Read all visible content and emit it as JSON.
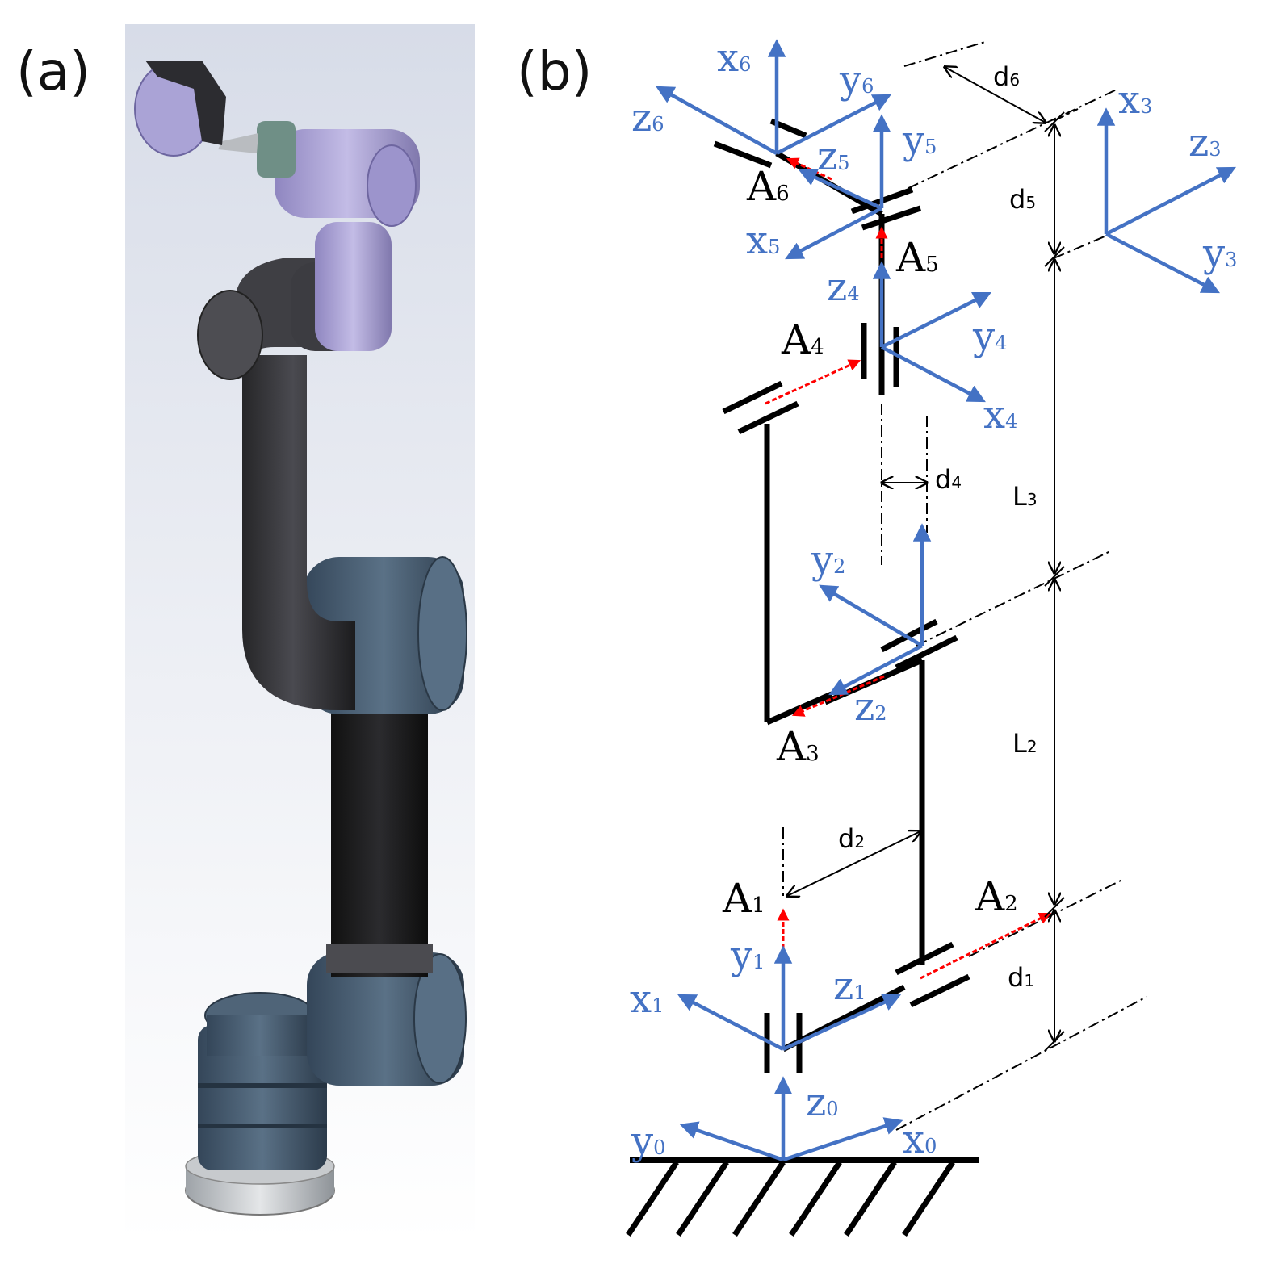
{
  "panels": {
    "a": "(a)",
    "b": "(b)"
  },
  "colors": {
    "frame": "#4472c4",
    "link": "#000000",
    "joint_axis": "#ff0000",
    "dim": "#000000",
    "robot_dark": "#3a3a3c",
    "robot_blue": "#4a5f72",
    "robot_purple": "#a79fd3"
  },
  "frame_labels": {
    "x0": {
      "base": "x",
      "sub": "0"
    },
    "y0": {
      "base": "y",
      "sub": "0"
    },
    "z0": {
      "base": "z",
      "sub": "0"
    },
    "x1": {
      "base": "x",
      "sub": "1"
    },
    "y1": {
      "base": "y",
      "sub": "1"
    },
    "z1": {
      "base": "z",
      "sub": "1"
    },
    "y2": {
      "base": "y",
      "sub": "2"
    },
    "z2": {
      "base": "z",
      "sub": "2"
    },
    "x3": {
      "base": "x",
      "sub": "3"
    },
    "y3": {
      "base": "y",
      "sub": "3"
    },
    "z3": {
      "base": "z",
      "sub": "3"
    },
    "x4": {
      "base": "x",
      "sub": "4"
    },
    "y4": {
      "base": "y",
      "sub": "4"
    },
    "z4": {
      "base": "z",
      "sub": "4"
    },
    "x5": {
      "base": "x",
      "sub": "5"
    },
    "y5": {
      "base": "y",
      "sub": "5"
    },
    "z5": {
      "base": "z",
      "sub": "5"
    },
    "x6": {
      "base": "x",
      "sub": "6"
    },
    "y6": {
      "base": "y",
      "sub": "6"
    },
    "z6": {
      "base": "z",
      "sub": "6"
    }
  },
  "joint_labels": {
    "A1": {
      "base": "A",
      "sub": "1"
    },
    "A2": {
      "base": "A",
      "sub": "2"
    },
    "A3": {
      "base": "A",
      "sub": "3"
    },
    "A4": {
      "base": "A",
      "sub": "4"
    },
    "A5": {
      "base": "A",
      "sub": "5"
    },
    "A6": {
      "base": "A",
      "sub": "6"
    }
  },
  "dimension_labels": {
    "d1": {
      "base": "d",
      "sub": "1"
    },
    "d2": {
      "base": "d",
      "sub": "2"
    },
    "d4": {
      "base": "d",
      "sub": "4"
    },
    "d5": {
      "base": "d",
      "sub": "5"
    },
    "d6": {
      "base": "d",
      "sub": "6"
    },
    "L2": {
      "base": "L",
      "sub": "2"
    },
    "L3": {
      "base": "L",
      "sub": "3"
    }
  }
}
